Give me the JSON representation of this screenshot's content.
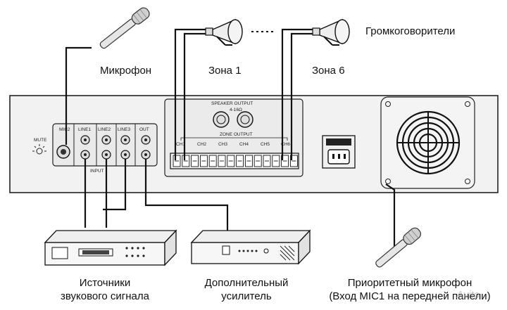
{
  "labels": {
    "speakers": "Громкоговорители",
    "microphone": "Микрофон",
    "zone1": "Зона 1",
    "zone6": "Зона 6",
    "sources_line1": "Источники",
    "sources_line2": "звукового сигнала",
    "amp_line1": "Дополнительный",
    "amp_line2": "усилитель",
    "priority_line1": "Приоритетный микрофон",
    "priority_line2": "(Вход MIC1 на передней панели)"
  },
  "panel": {
    "mute": "MUTE",
    "mic2": "MIC2",
    "line1": "LINE1",
    "line2": "LINE2",
    "line3": "LINE3",
    "out": "OUT",
    "input": "INPUT",
    "speaker_output": "SPEAKER OUTPUT",
    "impedance": "4-16Ω",
    "zone_output": "ZONE OUTPUT",
    "channels": [
      "CH1",
      "CH2",
      "CH3",
      "CH4",
      "CH5",
      "CH6"
    ]
  },
  "watermark": "Avito"
}
